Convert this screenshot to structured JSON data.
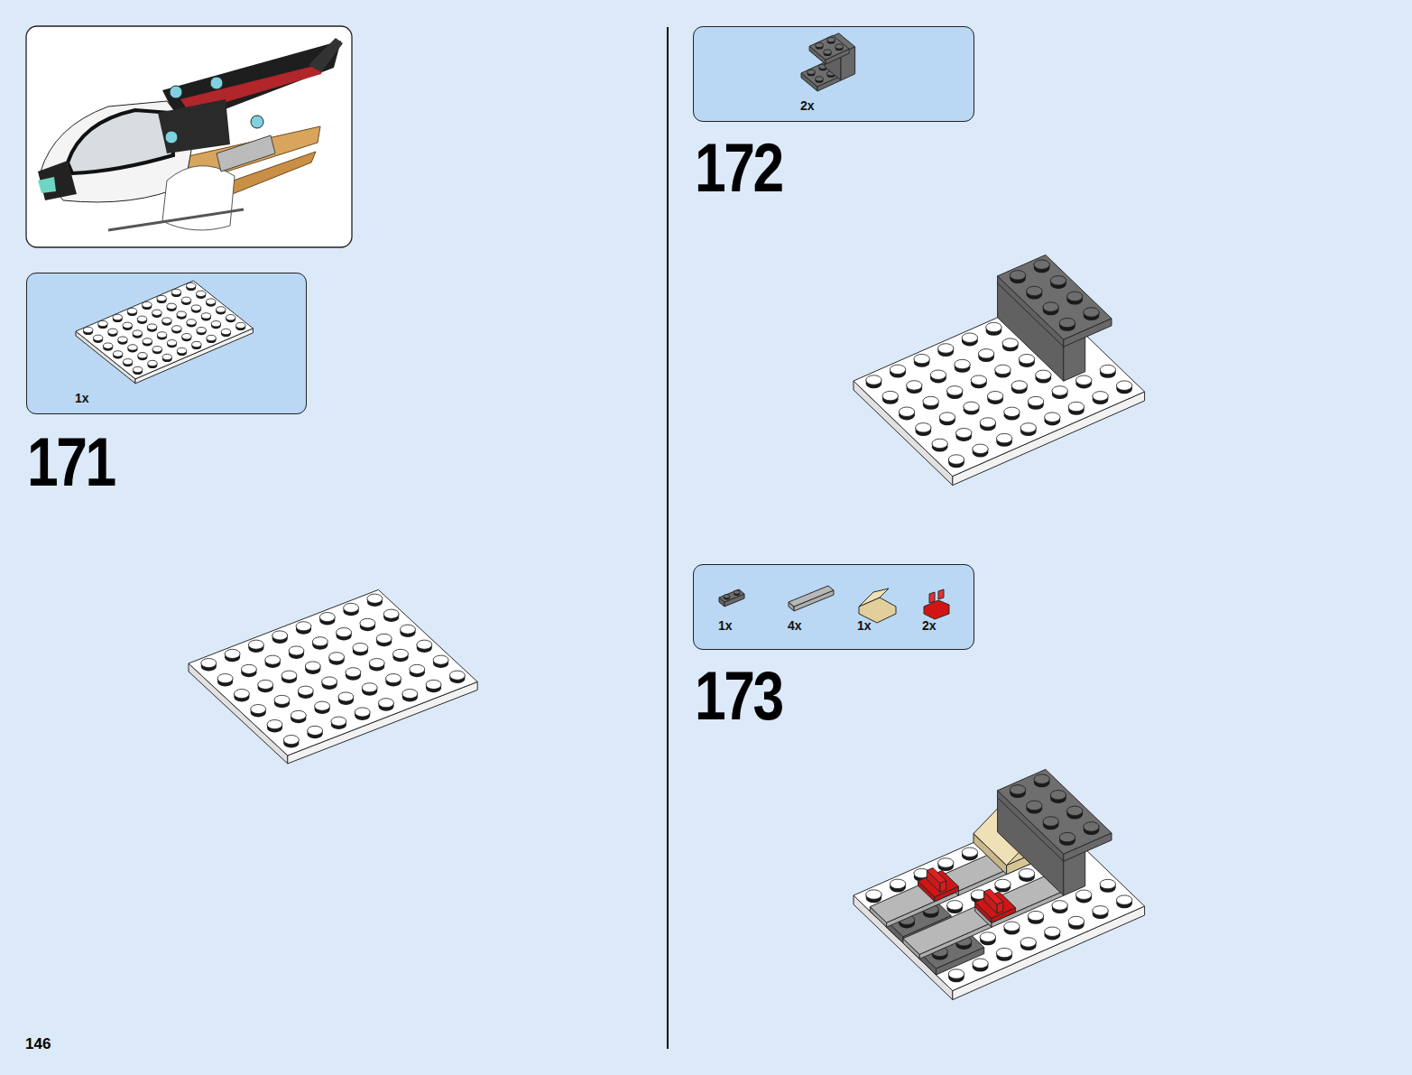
{
  "diagram": {
    "nodes": [
      {
        "text": [
          "1x"
        ]
      },
      {
        "text": [
          "2x"
        ]
      },
      {
        "text": [
          "1x",
          "4x",
          "1x",
          "2x"
        ]
      }
    ],
    "labels": [
      "171",
      "172",
      "173",
      "146"
    ]
  }
}
